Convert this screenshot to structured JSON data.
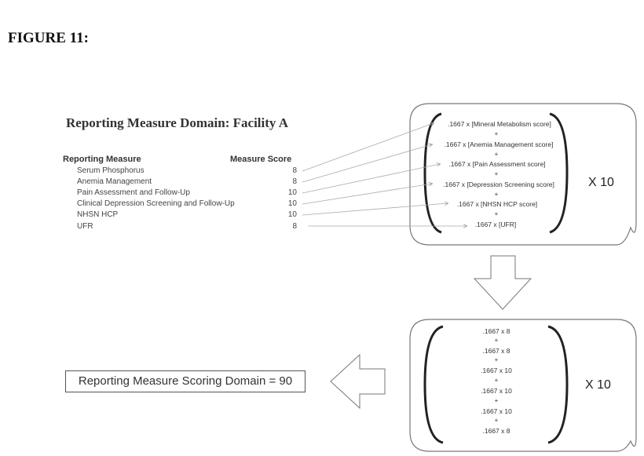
{
  "figure_label": "FIGURE 11:",
  "domain_title": "Reporting Measure Domain: Facility A",
  "table": {
    "header_measure": "Reporting Measure",
    "header_score": "Measure Score",
    "rows": [
      {
        "name": "Serum Phosphorus",
        "score": "8"
      },
      {
        "name": "Anemia Management",
        "score": "8"
      },
      {
        "name": "Pain Assessment and Follow-Up",
        "score": "10"
      },
      {
        "name": "Clinical Depression Screening and Follow-Up",
        "score": "10"
      },
      {
        "name": "NHSN HCP",
        "score": "10"
      },
      {
        "name": "UFR",
        "score": "8"
      }
    ]
  },
  "top_formula": {
    "terms": [
      ".1667 x [Mineral Metabolism score]",
      ".1667 x [Anemia Management score]",
      ".1667 x [Pain Assessment score]",
      ".1667 x [Depression Screening score]",
      ".1667 x [NHSN HCP score]",
      ".1667 x [UFR]"
    ],
    "plus": "+",
    "multiplier": "X 10"
  },
  "bottom_formula": {
    "terms": [
      ".1667 x 8",
      ".1667 x 8",
      ".1667 x 10",
      ".1667 x 10",
      ".1667 x 10",
      ".1667 x 8"
    ],
    "plus": "+",
    "multiplier": "X 10"
  },
  "result": "Reporting Measure Scoring Domain = 90"
}
